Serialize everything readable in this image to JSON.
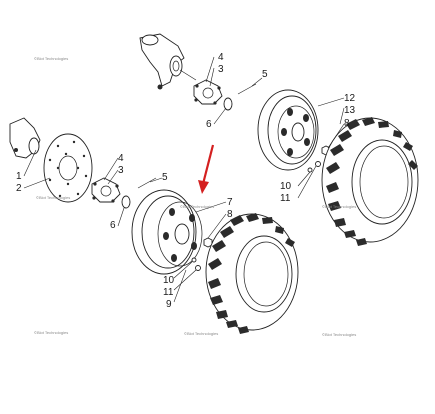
{
  "callouts": {
    "c1": "1",
    "c2": "2",
    "c3a": "3",
    "c3b": "3",
    "c4a": "4",
    "c4b": "4",
    "c5a": "5",
    "c5b": "5",
    "c6a": "6",
    "c6b": "6",
    "c7": "7",
    "c8a": "8",
    "c8b": "8",
    "c9": "9",
    "c10a": "10",
    "c10b": "10",
    "c11a": "11",
    "c11b": "11",
    "c12": "12",
    "c13": "13"
  },
  "watermark": "©Blot Technologies",
  "colors": {
    "arrow": "#d42020",
    "ink": "#222222"
  },
  "icons": {
    "indicator": "red-arrow-icon"
  }
}
